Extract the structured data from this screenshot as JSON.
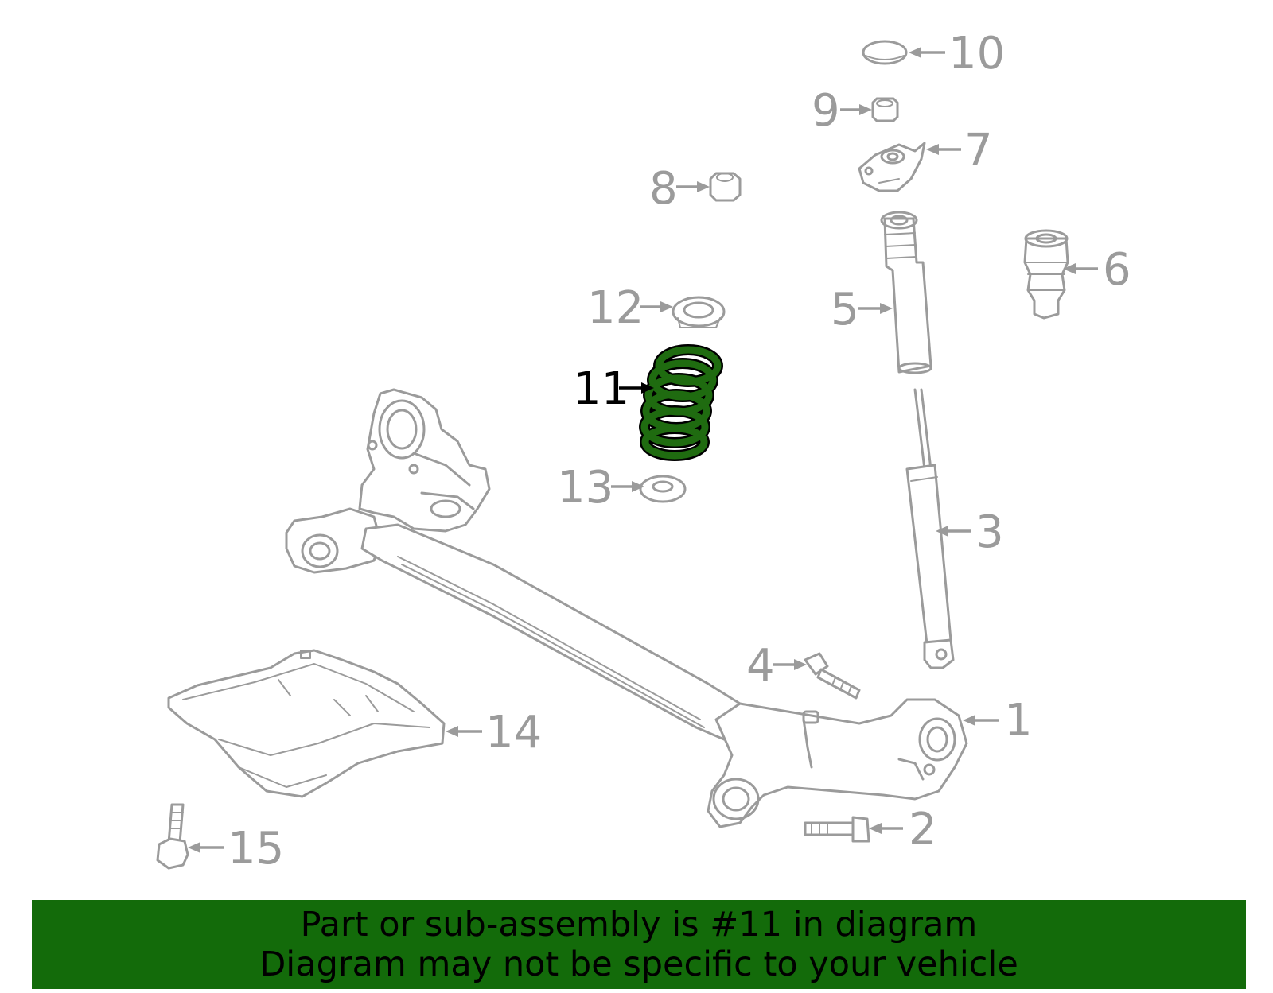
{
  "diagram": {
    "highlight_color": "#136b0a",
    "callouts": [
      {
        "id": "1",
        "label": "1"
      },
      {
        "id": "2",
        "label": "2"
      },
      {
        "id": "3",
        "label": "3"
      },
      {
        "id": "4",
        "label": "4"
      },
      {
        "id": "5",
        "label": "5"
      },
      {
        "id": "6",
        "label": "6"
      },
      {
        "id": "7",
        "label": "7"
      },
      {
        "id": "8",
        "label": "8"
      },
      {
        "id": "9",
        "label": "9"
      },
      {
        "id": "10",
        "label": "10"
      },
      {
        "id": "11",
        "label": "11",
        "highlighted": true
      },
      {
        "id": "12",
        "label": "12"
      },
      {
        "id": "13",
        "label": "13"
      },
      {
        "id": "14",
        "label": "14"
      },
      {
        "id": "15",
        "label": "15"
      }
    ]
  },
  "banner": {
    "line1": "Part or sub-assembly is #11 in diagram",
    "line2": "Diagram may not be specific to your vehicle"
  }
}
